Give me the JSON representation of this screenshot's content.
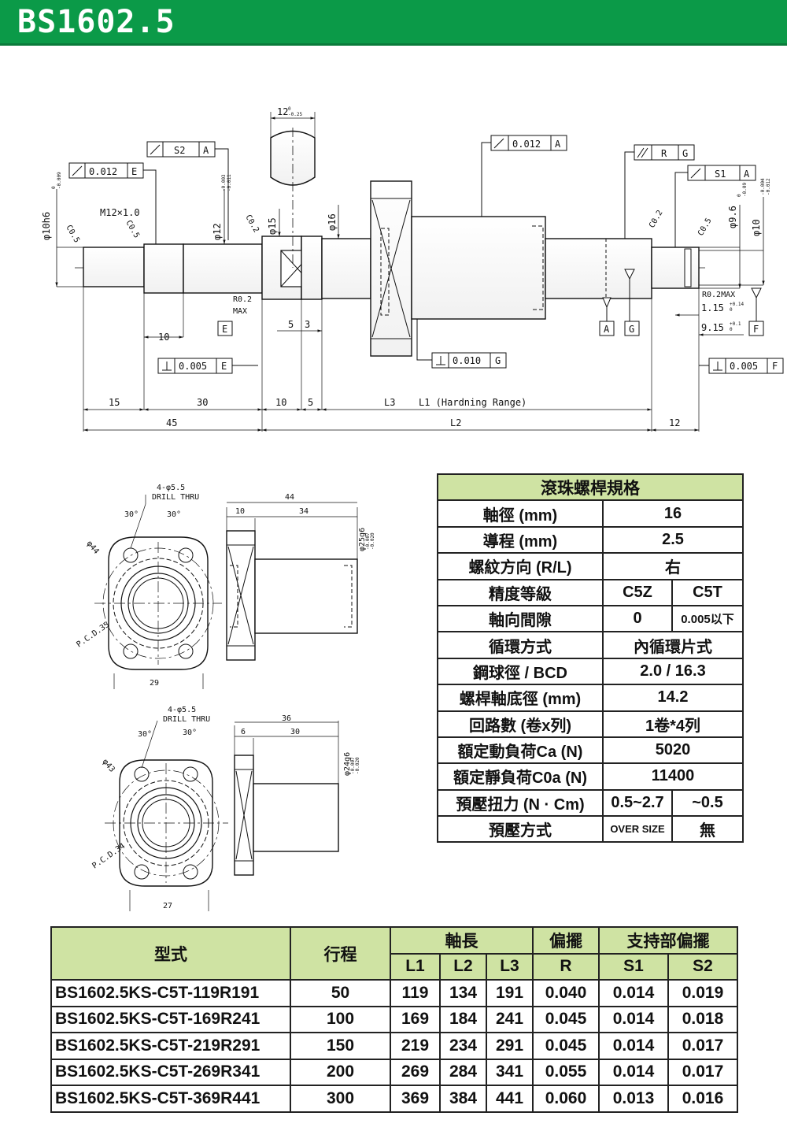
{
  "page_title": "BS1602.5",
  "drawing": {
    "dims": {
      "flat": "12",
      "flat_tol": "0\n-0.25",
      "d10h6": "φ10h6",
      "d10h6_tol": "0\n-0.009",
      "thread": "M12×1.0",
      "c05_a": "C0.5",
      "c05_b": "C0.5",
      "d12": "φ12",
      "d12_tol": "-0.003\n-0.011",
      "c02_a": "C0.2",
      "d15": "φ15",
      "d16": "φ16",
      "c02_b": "C0.2",
      "c05_c": "C0.5",
      "d96": "φ9.6",
      "d96_tol": "0\n-0.09",
      "d10": "φ10",
      "d10_tol": "-0.004\n-0.012",
      "r02max": "R0.2",
      "r02max2": "MAX",
      "r02max_b": "R0.2MAX",
      "d115": "1.15",
      "d115_tol": "+0.14\n0",
      "d915": "9.15",
      "d915_tol": "+0.1\n0",
      "n10": "10",
      "n5": "5",
      "n3": "3",
      "n15": "15",
      "n30": "30",
      "n10b": "10",
      "n5b": "5",
      "L3": "L3",
      "L1": "L1 (Hardning Range)",
      "n45": "45",
      "L2": "L2",
      "n12": "12"
    },
    "gdt": {
      "s2": "S2",
      "a1": "A",
      "t012e": "0.012",
      "e1": "E",
      "t012a": "0.012",
      "a2": "A",
      "r": "R",
      "g1": "G",
      "s1": "S1",
      "a3": "A",
      "t005e": "0.005",
      "e2": "E",
      "t010g": "0.010",
      "g2": "G",
      "t005f": "0.005",
      "f1": "F",
      "dat_e": "E",
      "dat_a": "A",
      "dat_g": "G",
      "dat_f": "F"
    },
    "nut1": {
      "holes": "4-φ5.5",
      "drill": "DRILL THRU",
      "ang1": "30°",
      "ang2": "30°",
      "od": "φ44",
      "pcd": "P.C.D.35",
      "width": "29",
      "len": "44",
      "flange": "10",
      "body": "34",
      "dia": "φ25g6",
      "dia_tol": "-0.007\n-0.020"
    },
    "nut2": {
      "holes": "4-φ5.5",
      "drill": "DRILL THRU",
      "ang1": "30°",
      "ang2": "30°",
      "od": "φ43",
      "pcd": "P.C.D.34",
      "width": "27",
      "len": "36",
      "flange": "6",
      "body": "30",
      "dia": "φ24g6",
      "dia_tol": "-0.007\n-0.020"
    }
  },
  "spec": {
    "header": "滾珠螺桿規格",
    "rows": [
      {
        "label": "軸徑 (mm)",
        "value": "16"
      },
      {
        "label": "導程 (mm)",
        "value": "2.5"
      },
      {
        "label": "螺紋方向 (R/L)",
        "value": "右"
      },
      {
        "label": "精度等級",
        "v1": "C5Z",
        "v2": "C5T"
      },
      {
        "label": "軸向間隙",
        "v1": "0",
        "v2": "0.005以下"
      },
      {
        "label": "循環方式",
        "value": "內循環片式"
      },
      {
        "label": "鋼球徑 / BCD",
        "value": "2.0 / 16.3"
      },
      {
        "label": "螺桿軸底徑 (mm)",
        "value": "14.2"
      },
      {
        "label": "回路數 (卷x列)",
        "value": "1卷*4列"
      },
      {
        "label": "額定動負荷Ca (N)",
        "value": "5020"
      },
      {
        "label": "額定靜負荷C0a (N)",
        "value": "11400"
      },
      {
        "label": "預壓扭力 (N · Cm)",
        "v1": "0.5~2.7",
        "v2": "~0.5"
      },
      {
        "label": "預壓方式",
        "v1": "OVER SIZE",
        "v2": "無"
      }
    ]
  },
  "models": {
    "headers": {
      "model": "型式",
      "stroke": "行程",
      "shaft": "軸長",
      "runout": "偏擺",
      "support": "支持部偏擺",
      "L1": "L1",
      "L2": "L2",
      "L3": "L3",
      "R": "R",
      "S1": "S1",
      "S2": "S2"
    },
    "rows": [
      [
        "BS1602.5KS-C5T-119R191",
        "50",
        "119",
        "134",
        "191",
        "0.040",
        "0.014",
        "0.019"
      ],
      [
        "BS1602.5KS-C5T-169R241",
        "100",
        "169",
        "184",
        "241",
        "0.045",
        "0.014",
        "0.018"
      ],
      [
        "BS1602.5KS-C5T-219R291",
        "150",
        "219",
        "234",
        "291",
        "0.045",
        "0.014",
        "0.017"
      ],
      [
        "BS1602.5KS-C5T-269R341",
        "200",
        "269",
        "284",
        "341",
        "0.055",
        "0.014",
        "0.017"
      ],
      [
        "BS1602.5KS-C5T-369R441",
        "300",
        "369",
        "384",
        "441",
        "0.060",
        "0.013",
        "0.016"
      ]
    ]
  }
}
